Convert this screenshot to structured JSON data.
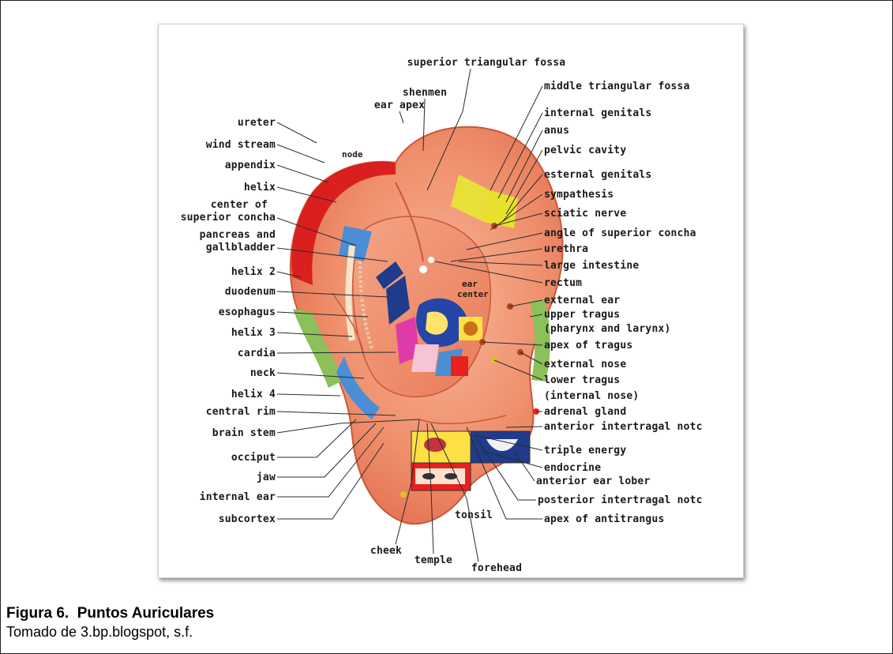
{
  "caption": {
    "title": "Figura 6.  Puntos Auriculares",
    "source": "Tomado de 3.bp.blogspot, s.f."
  },
  "diagram": {
    "inner_labels": {
      "node": "node",
      "ear_center_1": "ear",
      "ear_center_2": "center",
      "tonsil": "tonsil"
    },
    "left_labels": [
      "ureter",
      "wind stream",
      "appendix",
      "helix",
      "center of",
      "superior concha",
      "pancreas and",
      "gallbladder",
      "helix 2",
      "duodenum",
      "esophagus",
      "helix 3",
      "cardia",
      "neck",
      "helix 4",
      "central rim",
      "brain stem",
      "occiput",
      "jaw",
      "internal ear",
      "subcortex"
    ],
    "top_labels": [
      "superior triangular fossa",
      "shenmen",
      "ear apex"
    ],
    "right_labels": [
      "middle triangular fossa",
      "internal genitals",
      "anus",
      "pelvic cavity",
      "esternal genitals",
      "sympathesis",
      "sciatic nerve",
      "angle of superior concha",
      "urethra",
      "large intestine",
      "rectum",
      "external ear",
      "upper tragus",
      "(pharynx and larynx)",
      "apex of tragus",
      "external nose",
      "lower tragus",
      "(internal nose)",
      "adrenal gland",
      "anterior intertragal notc",
      "triple energy",
      "endocrine",
      "anterior ear lober",
      "posterior intertragal notc",
      "apex of antitrangus"
    ],
    "bottom_labels": [
      "cheek",
      "temple",
      "forehead"
    ]
  }
}
